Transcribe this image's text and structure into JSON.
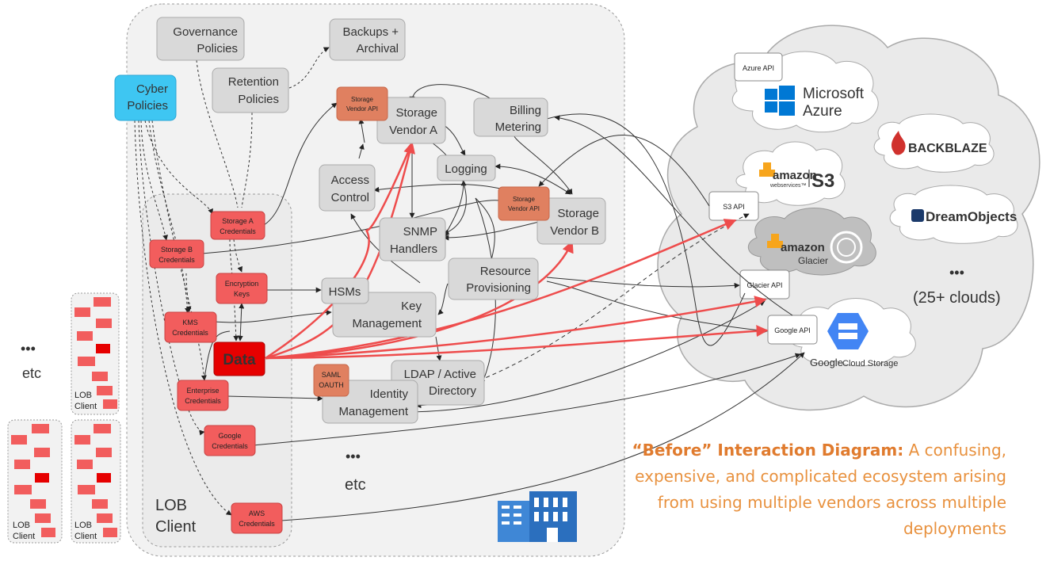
{
  "colors": {
    "gray_box": "#d9d9d9",
    "red_box": "#f25d5d",
    "data_box": "#e60000",
    "orange_box": "#e08060",
    "cyan_box": "#3ec6f2",
    "red_line": "#ee4c4c",
    "caption": "#e8913e",
    "cloud_gray": "#e6e6e6"
  },
  "main": {
    "governance": [
      "Governance",
      "Policies"
    ],
    "backups": [
      "Backups +",
      "Archival"
    ],
    "cyber": [
      "Cyber",
      "Policies"
    ],
    "retention": [
      "Retention",
      "Policies"
    ],
    "storage_vendor_api_a": [
      "Storage",
      "Vendor API"
    ],
    "storage_vendor_a": [
      "Storage",
      "Vendor A"
    ],
    "billing": [
      "Billing",
      "Metering"
    ],
    "logging": "Logging",
    "access_control": [
      "Access",
      "Control"
    ],
    "storage_vendor_api_b": [
      "Storage",
      "Vendor API"
    ],
    "storage_vendor_b": [
      "Storage",
      "Vendor B"
    ],
    "snmp": [
      "SNMP",
      "Handlers"
    ],
    "resource": [
      "Resource",
      "Provisioning"
    ],
    "hsms": "HSMs",
    "key_mgmt": [
      "Key",
      "Management"
    ],
    "ldap": [
      "LDAP / Active",
      "Directory"
    ],
    "saml": [
      "SAML",
      "OAUTH"
    ],
    "identity": [
      "Identity",
      "Management"
    ],
    "etc_dots": "•••",
    "etc": "etc"
  },
  "lob": {
    "storage_a": [
      "Storage A",
      "Credentials"
    ],
    "storage_b": [
      "Storage B",
      "Credentials"
    ],
    "encryption": [
      "Encryption",
      "Keys"
    ],
    "kms": [
      "KMS",
      "Credentials"
    ],
    "data": "Data",
    "enterprise": [
      "Enterprise",
      "Credentials"
    ],
    "google": [
      "Google",
      "Credentials"
    ],
    "aws": [
      "AWS",
      "Credentials"
    ],
    "label": [
      "LOB",
      "Client"
    ]
  },
  "mini_lob": {
    "label": [
      "LOB",
      "Client"
    ],
    "left_dots": "•••",
    "left_etc": "etc"
  },
  "clouds": {
    "azure_api": "Azure API",
    "microsoft": "Microsoft",
    "azure": "Azure",
    "backblaze": "BACKBLAZE",
    "dreamobjects": "DreamObjects",
    "amazon": "amazon",
    "webservices": "webservices™",
    "s3": "S3",
    "s3_api": "S3 API",
    "glacier_amazon": "amazon",
    "glacier": "Glacier",
    "glacier_api": "Glacier API",
    "google_api": "Google API",
    "google_cloud": "Google",
    "cloud_storage": "Cloud Storage",
    "more_dots": "•••",
    "more_label": "(25+ clouds)"
  },
  "caption": {
    "bold": "“Before” Interaction Diagram:",
    "rest": " A confusing, expensive, and complicated ecosystem arising from using multiple vendors across multiple deployments"
  }
}
